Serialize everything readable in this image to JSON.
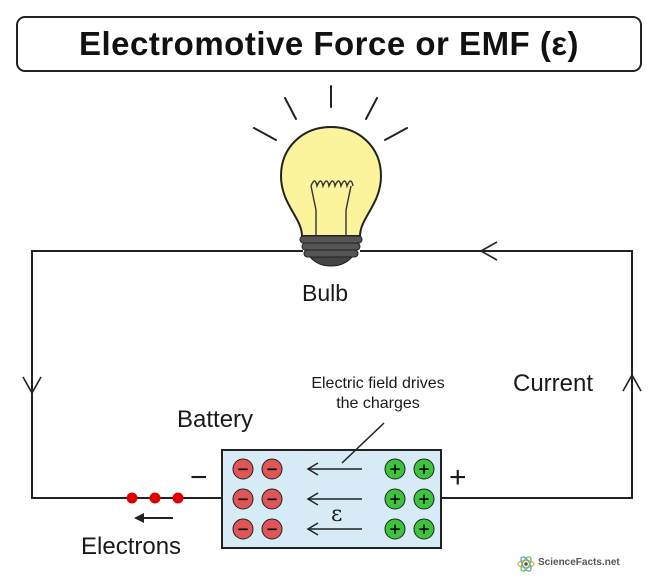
{
  "title": "Electromotive Force or EMF (ε)",
  "labels": {
    "bulb": "Bulb",
    "current": "Current",
    "battery": "Battery",
    "electrons": "Electrons",
    "field_line1": "Electric field drives",
    "field_line2": "the charges",
    "emf_symbol": "ε",
    "negative_terminal": "−",
    "positive_terminal": "+"
  },
  "charges": {
    "negative_rows": 3,
    "negative_per_row": 2,
    "positive_rows": 3,
    "positive_per_row": 2,
    "negative_symbol": "−",
    "positive_symbol": "+"
  },
  "electrons_count": 3,
  "logo": "ScienceFacts.net",
  "colors": {
    "wire": "#222222",
    "battery_fill": "#d6ebf5",
    "bulb_glass": "#fbf49c",
    "negative_charge": "#e05555",
    "positive_charge": "#3cc43c",
    "electron": "#e00000"
  }
}
